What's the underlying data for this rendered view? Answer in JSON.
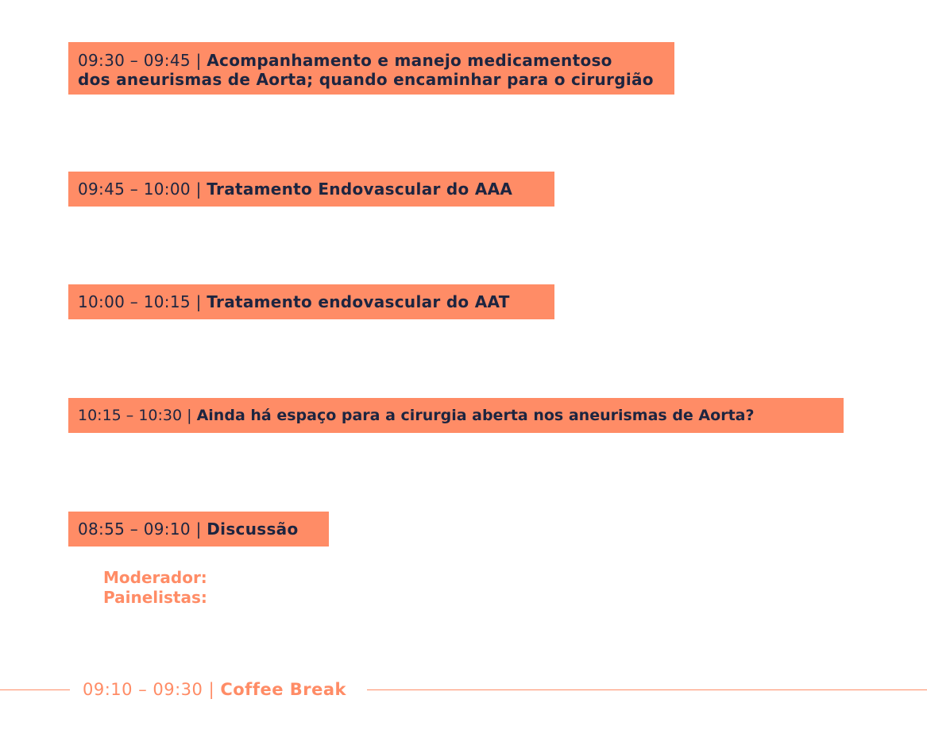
{
  "sessions": [
    {
      "time": "09:30 – 09:45",
      "separator": "|",
      "title_line1": "Acompanhamento e manejo medicamentoso",
      "title_line2": "dos aneurismas de Aorta; quando encaminhar para o cirurgião"
    },
    {
      "time": "09:45 – 10:00",
      "separator": "|",
      "title": "Tratamento Endovascular do AAA"
    },
    {
      "time": "10:00 – 10:15",
      "separator": "|",
      "title": "Tratamento endovascular do AAT"
    },
    {
      "time": "10:15 – 10:30",
      "separator": "|",
      "title": "Ainda há espaço para a cirurgia aberta nos aneurismas de Aorta?"
    },
    {
      "time": "08:55 – 09:10",
      "separator": "|",
      "title": "Discussão"
    }
  ],
  "panel": {
    "moderator_label": "Moderador:",
    "panelists_label": "Painelistas:"
  },
  "break": {
    "time": "09:10 – 09:30",
    "separator": "|",
    "title": "Coffee Break"
  },
  "colors": {
    "accent": "#ff8c66",
    "text_dark": "#1d2540",
    "background": "#ffffff"
  }
}
